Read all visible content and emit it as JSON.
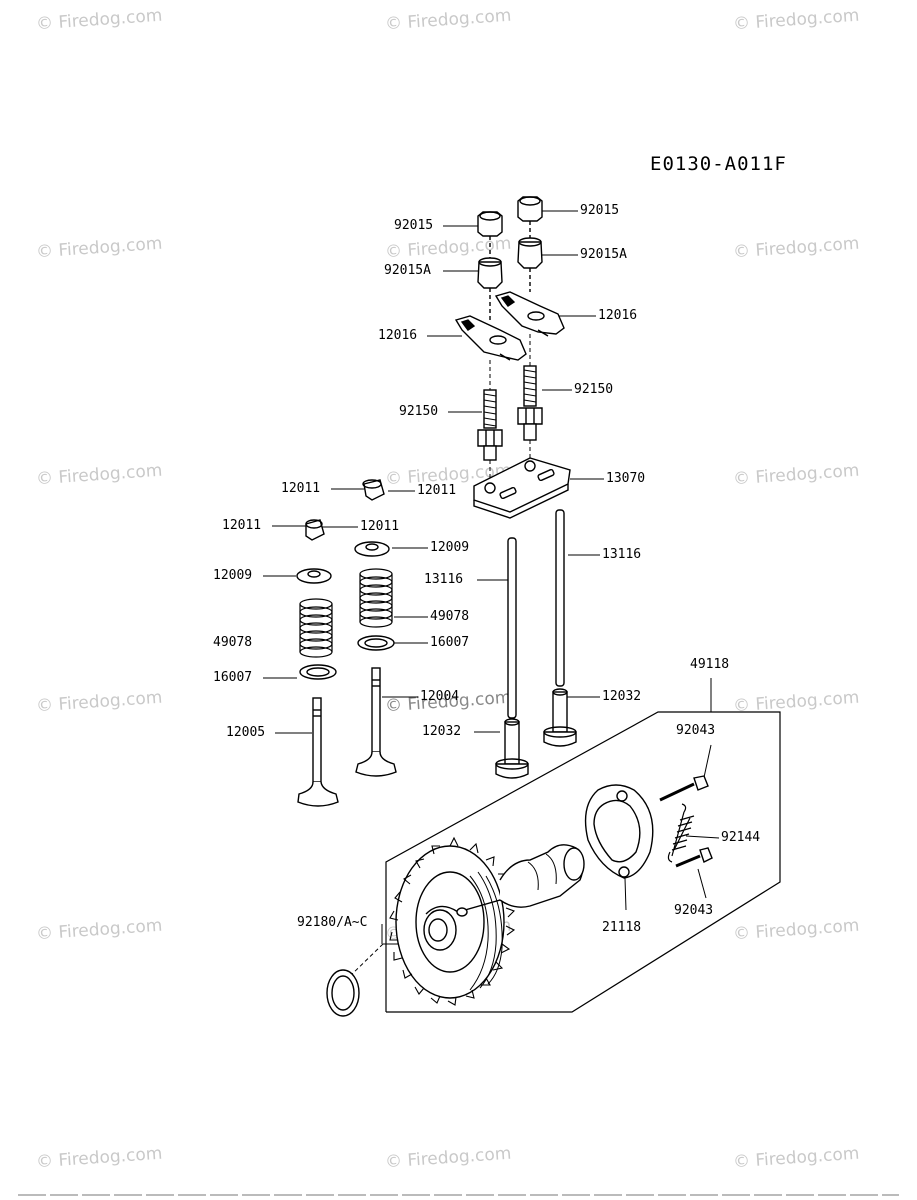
{
  "diagram_code": "E0130-A011F",
  "watermark": "© Firedog.com",
  "parts": {
    "nut_left": "92015",
    "nut_right": "92015",
    "nut_cap_left": "92015A",
    "nut_cap_right": "92015A",
    "rocker_left": "12016",
    "rocker_right": "12016",
    "stud_left": "92150",
    "stud_right": "92150",
    "guide_plate": "13070",
    "collet_a_left": "12011",
    "collet_a_right": "12011",
    "collet_b_left": "12011",
    "collet_b_right": "12011",
    "retainer_left": "12009",
    "retainer_right": "12009",
    "spring_left": "49078",
    "spring_right": "49078",
    "seal_left": "16007",
    "seal_right": "16007",
    "valve_exhaust": "12005",
    "valve_intake": "12004",
    "pushrod_left": "13116",
    "pushrod_right": "13116",
    "tappet_left": "12032",
    "tappet_right": "12032",
    "camshaft_assy": "49118",
    "bolt_top": "92043",
    "bolt_bottom": "92043",
    "governor_spring": "92144",
    "weight_assy": "21118",
    "shim": "92180/A~C"
  }
}
